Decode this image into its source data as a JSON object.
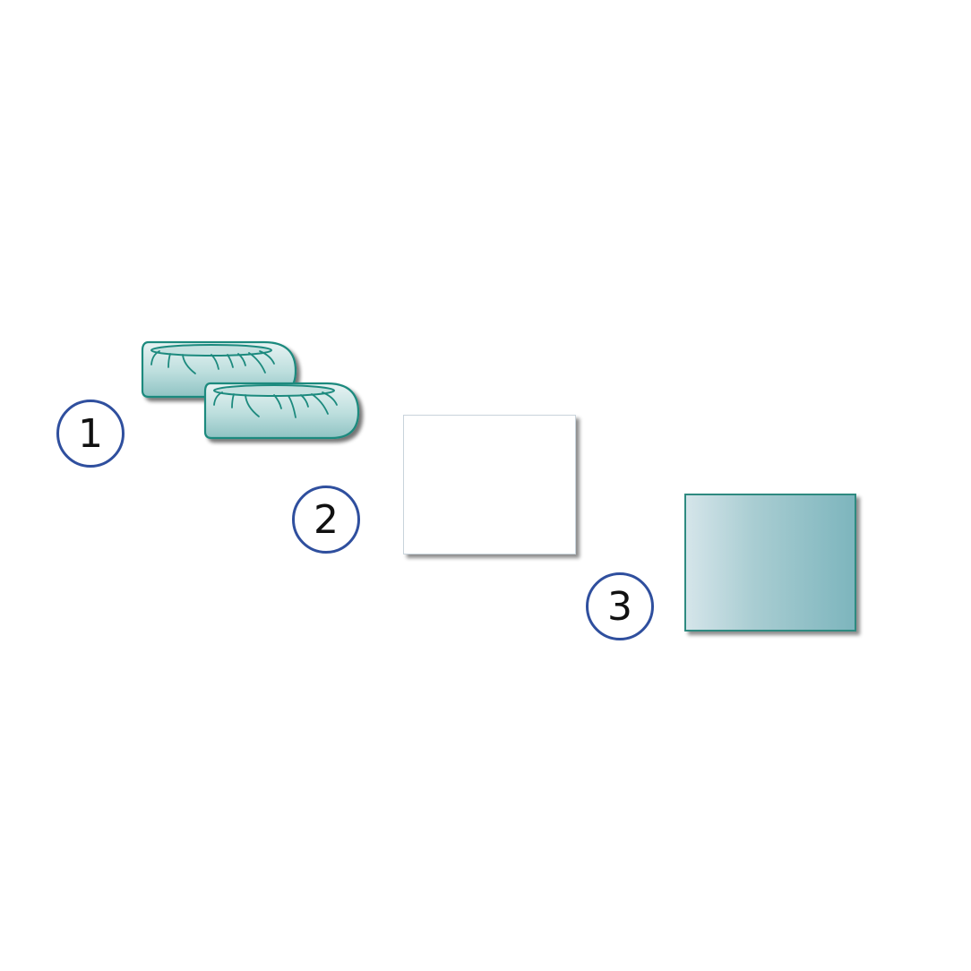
{
  "steps": [
    {
      "number": "1",
      "item": "shoe-covers-pair-icon"
    },
    {
      "number": "2",
      "item": "white-pad-icon"
    },
    {
      "number": "3",
      "item": "teal-pad-icon"
    }
  ],
  "colors": {
    "circle_border": "#2f4f9e",
    "teal_outline": "#1e8a7e",
    "teal_light": "#d9ecee",
    "teal_mid": "#9ccdd0",
    "teal_dark": "#7db5bd",
    "white_pad_border": "#c9d4dc"
  }
}
